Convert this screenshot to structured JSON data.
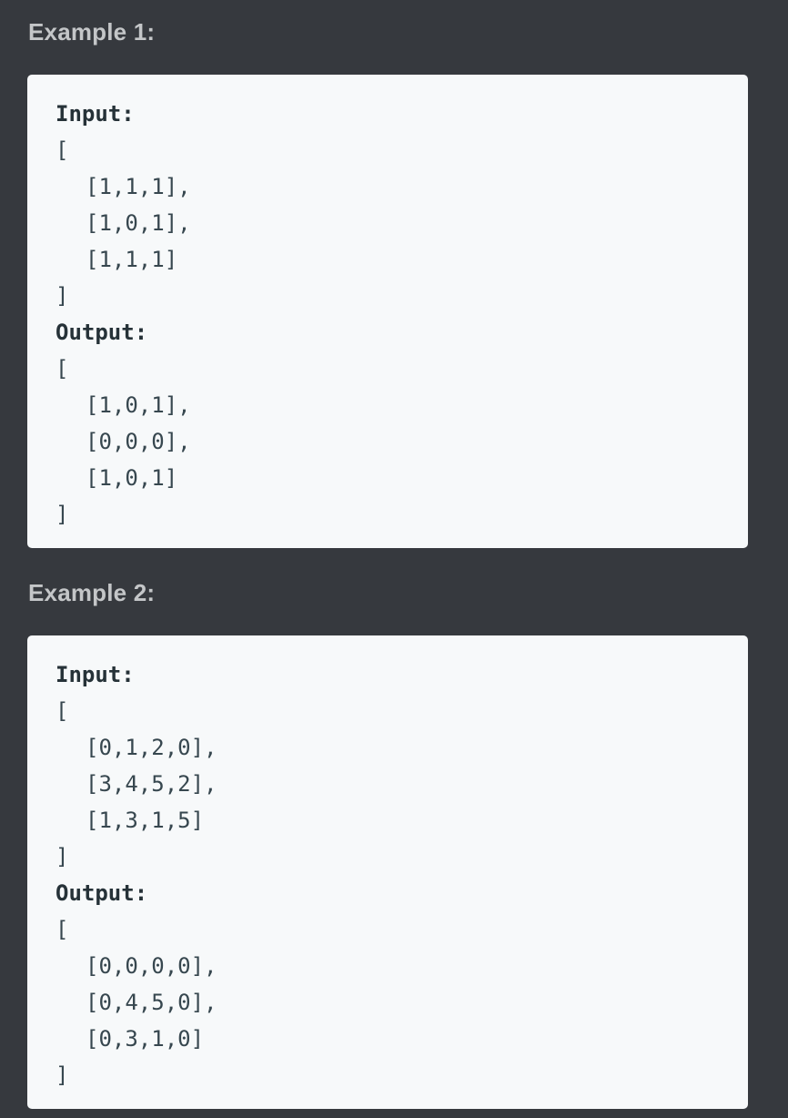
{
  "examples": [
    {
      "heading": "Example 1:",
      "input_label": "Input:",
      "input_open": "[",
      "input_rows": [
        "[1,1,1],",
        "[1,0,1],",
        "[1,1,1]"
      ],
      "input_close": "]",
      "output_label": "Output:",
      "output_open": "[",
      "output_rows": [
        "[1,0,1],",
        "[0,0,0],",
        "[1,0,1]"
      ],
      "output_close": "]"
    },
    {
      "heading": "Example 2:",
      "input_label": "Input:",
      "input_open": "[",
      "input_rows": [
        "[0,1,2,0],",
        "[3,4,5,2],",
        "[1,3,1,5]"
      ],
      "input_close": "]",
      "output_label": "Output:",
      "output_open": "[",
      "output_rows": [
        "[0,0,0,0],",
        "[0,4,5,0],",
        "[0,3,1,0]"
      ],
      "output_close": "]"
    }
  ]
}
